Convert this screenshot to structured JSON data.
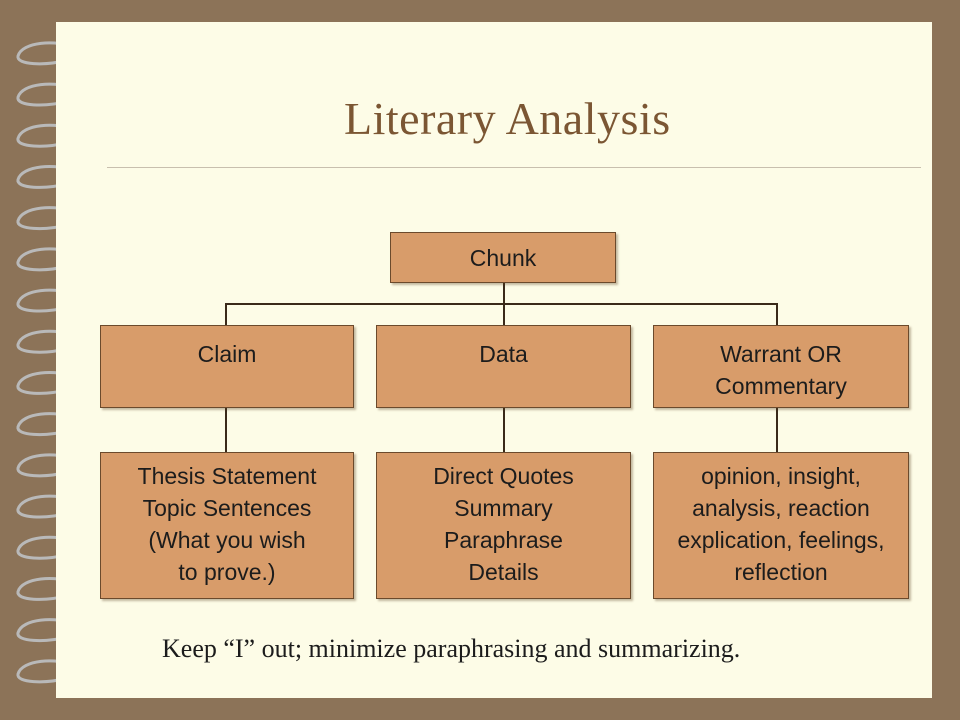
{
  "title": "Literary Analysis",
  "diagram": {
    "root": "Chunk",
    "columns": [
      {
        "heading": "Claim",
        "detail": "Thesis Statement\nTopic Sentences\n(What you wish\nto prove.)"
      },
      {
        "heading": "Data",
        "detail": "Direct Quotes\nSummary\nParaphrase\nDetails"
      },
      {
        "heading": "Warrant OR\nCommentary",
        "detail": "opinion, insight,\nanalysis, reaction\nexplication, feelings,\nreflection"
      }
    ]
  },
  "footer": "Keep “I” out; minimize paraphrasing and summarizing.",
  "colors": {
    "background": "#8c7358",
    "page": "#fdfce7",
    "title": "#7b5633",
    "box_fill": "#d89c6a",
    "box_border": "#6b4a2c"
  },
  "decoration": "spiral-binding"
}
